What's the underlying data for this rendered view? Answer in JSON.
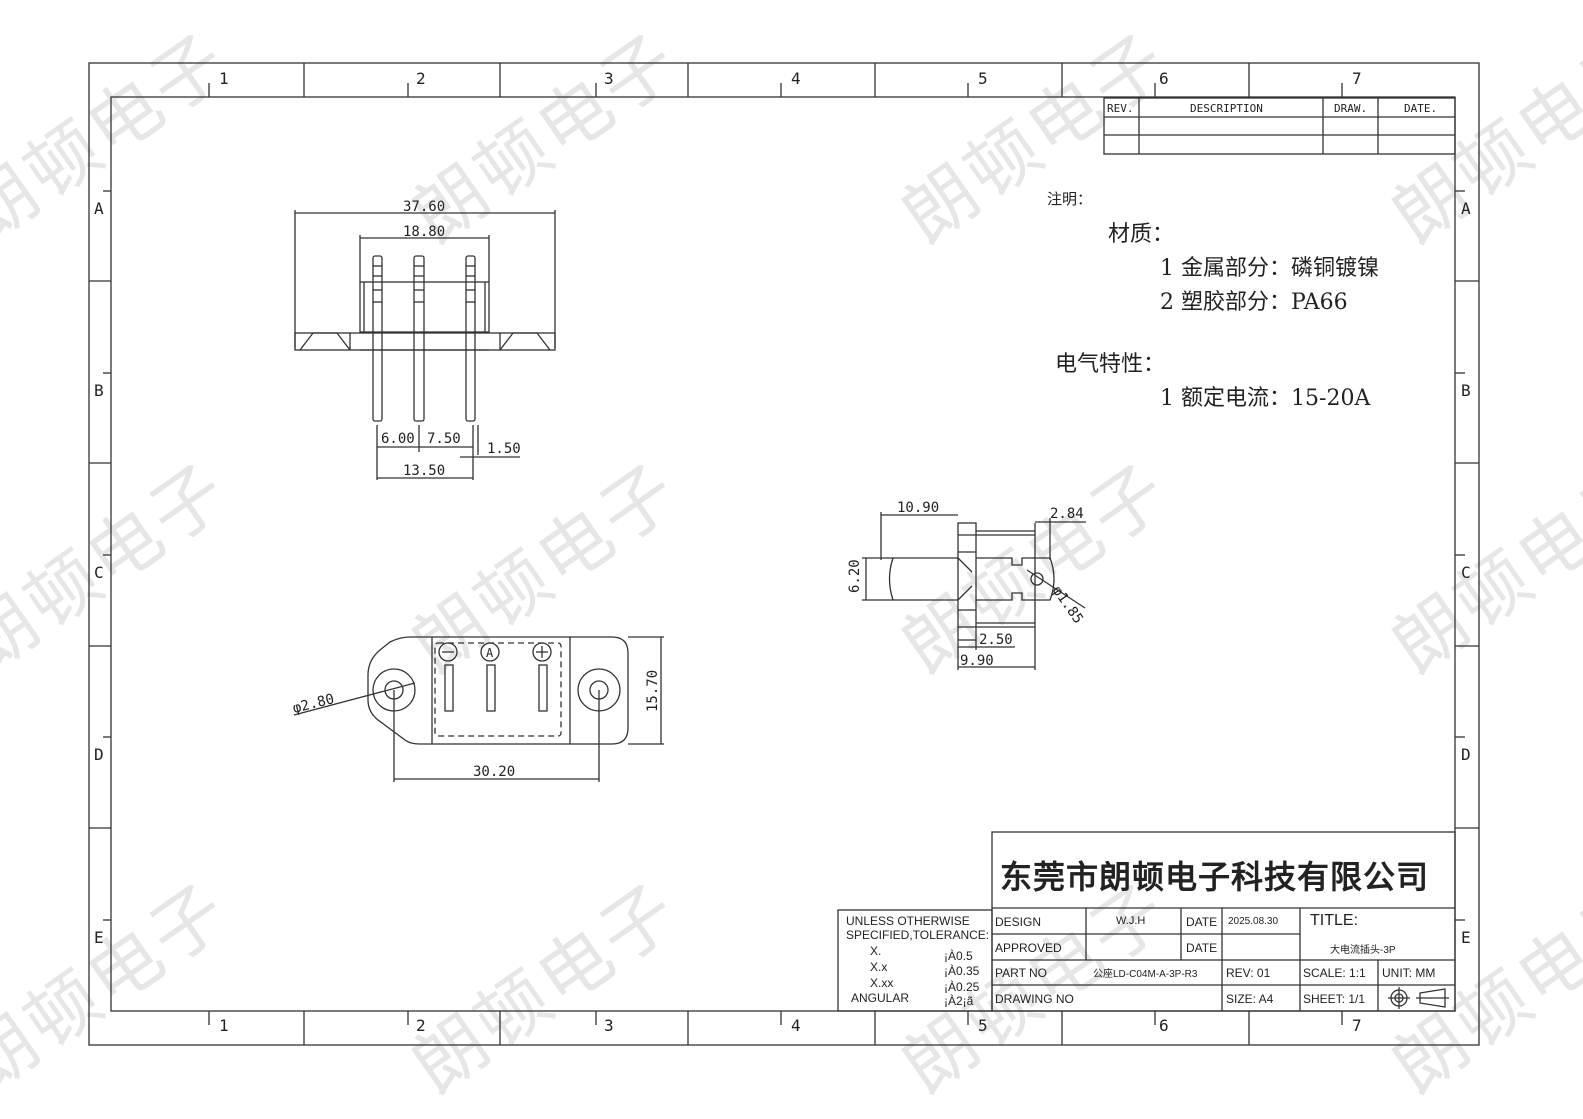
{
  "frame": {
    "columns": [
      "1",
      "2",
      "3",
      "4",
      "5",
      "6",
      "7"
    ],
    "rows": [
      "A",
      "B",
      "C",
      "D",
      "E"
    ]
  },
  "watermark": {
    "text": "朗顿电子"
  },
  "revision_table": {
    "headers": [
      "REV.",
      "DESCRIPTION",
      "DRAW.",
      "DATE."
    ],
    "rows": [
      [
        "",
        "",
        "",
        ""
      ],
      [
        "",
        "",
        "",
        ""
      ]
    ]
  },
  "notes": {
    "heading": "注明：",
    "material_heading": "材质：",
    "material_items": [
      {
        "num": "1",
        "label": "金属部分：",
        "value": "磷铜镀镍"
      },
      {
        "num": "2",
        "label": "塑胶部分：",
        "value": "PA66"
      }
    ],
    "electrical_heading": "电气特性：",
    "electrical_items": [
      {
        "num": "1",
        "label": "额定电流：",
        "value": "15-20A"
      }
    ]
  },
  "views": {
    "front_view": {
      "dims": {
        "overall_width": "37.60",
        "body_width": "18.80",
        "pitch_left": "6.00",
        "pitch_right": "7.50",
        "pin_width": "1.50",
        "pin_span": "13.50"
      }
    },
    "top_view": {
      "pin_marks": [
        "−",
        "A",
        "+"
      ],
      "dims": {
        "hole_dia": "φ2.80",
        "hole_spacing": "30.20",
        "height": "15.70"
      }
    },
    "side_view": {
      "dims": {
        "pin_length": "10.90",
        "pin_height": "6.20",
        "tail": "2.84",
        "hole_dia": "φ1.85",
        "flange": "2.50",
        "body_depth": "9.90"
      }
    }
  },
  "title_block": {
    "company": "东莞市朗顿电子科技有限公司",
    "tolerance": {
      "heading1": "UNLESS OTHERWISE",
      "heading2": "SPECIFIED,TOLERANCE:",
      "rows": [
        {
          "label": "X.",
          "value": "¡À0.5"
        },
        {
          "label": "X.x",
          "value": "¡À0.35"
        },
        {
          "label": "X.xx",
          "value": "¡À0.25"
        },
        {
          "label": "ANGULAR",
          "value": "¡À2¡ã"
        }
      ]
    },
    "design_label": "DESIGN",
    "design_value": "W.J.H",
    "approved_label": "APPROVED",
    "approved_value": "",
    "part_no_label": "PART NO",
    "part_no_value": "公座LD-C04M-A-3P-R3",
    "drawing_no_label": "DRAWING NO",
    "drawing_no_value": "",
    "date_label": "DATE",
    "design_date": "2025.08.30",
    "approved_date": "",
    "rev": "REV:  01",
    "size": "SIZE: A4",
    "title_label": "TITLE:",
    "title_value": "大电流插头-3P",
    "scale": "SCALE: 1:1",
    "unit": "UNIT: MM",
    "sheet": "SHEET: 1/1"
  }
}
